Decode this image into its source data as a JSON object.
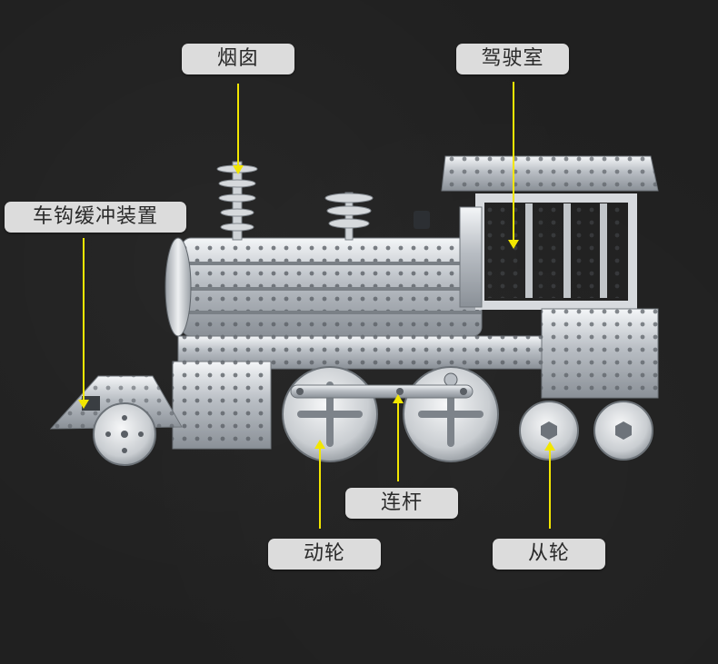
{
  "labels": {
    "chimney": "烟囱",
    "cab": "驾驶室",
    "coupler": "车钩缓冲装置",
    "connecting_rod": "连杆",
    "driving_wheel": "动轮",
    "trailing_wheel": "从轮"
  },
  "colors": {
    "background": "#202020",
    "label_bg": "#dcdcdc",
    "label_text": "#2a2a2a",
    "pointer": "#f2e600",
    "metal": "#c8ccd0"
  }
}
